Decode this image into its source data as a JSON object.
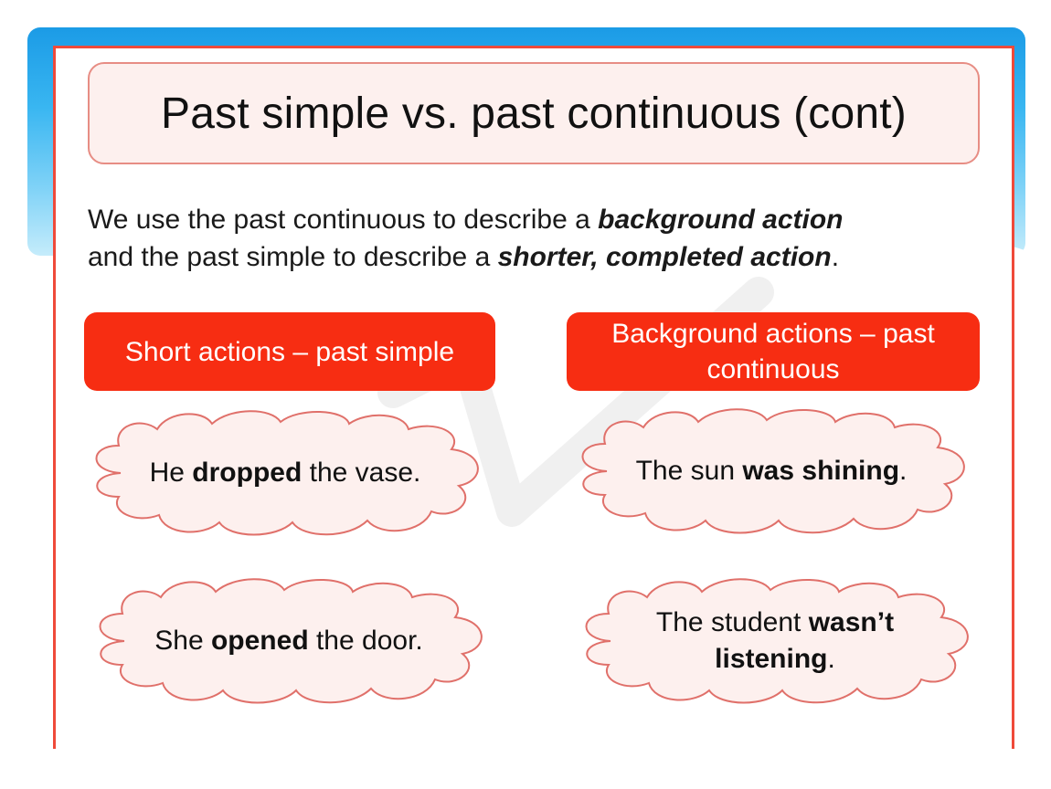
{
  "title": "Past simple vs. past continuous (cont)",
  "intro": {
    "line1_prefix": "We use the past continuous to describe a ",
    "line1_bold": "background action",
    "line2_prefix": "and the past simple to describe a ",
    "line2_bold": "shorter, completed action",
    "line2_suffix": "."
  },
  "columns": {
    "left_header": "Short actions – past simple",
    "right_header": "Background actions – past continuous"
  },
  "examples": {
    "left_1": {
      "pre": "He ",
      "bold": "dropped",
      "post": " the vase."
    },
    "left_2": {
      "pre": "She ",
      "bold": "opened",
      "post": " the door."
    },
    "right_1": {
      "pre": "The sun ",
      "bold": "was shining",
      "post": "."
    },
    "right_2": {
      "pre": "The student ",
      "bold": "wasn’t listening",
      "post": "."
    }
  },
  "colors": {
    "accent_red": "#f72d12",
    "frame_red": "#ef4a3a",
    "cloud_fill": "#fdf0ee",
    "cloud_stroke": "#e0706a",
    "banner_blue": "#1b9be6"
  }
}
